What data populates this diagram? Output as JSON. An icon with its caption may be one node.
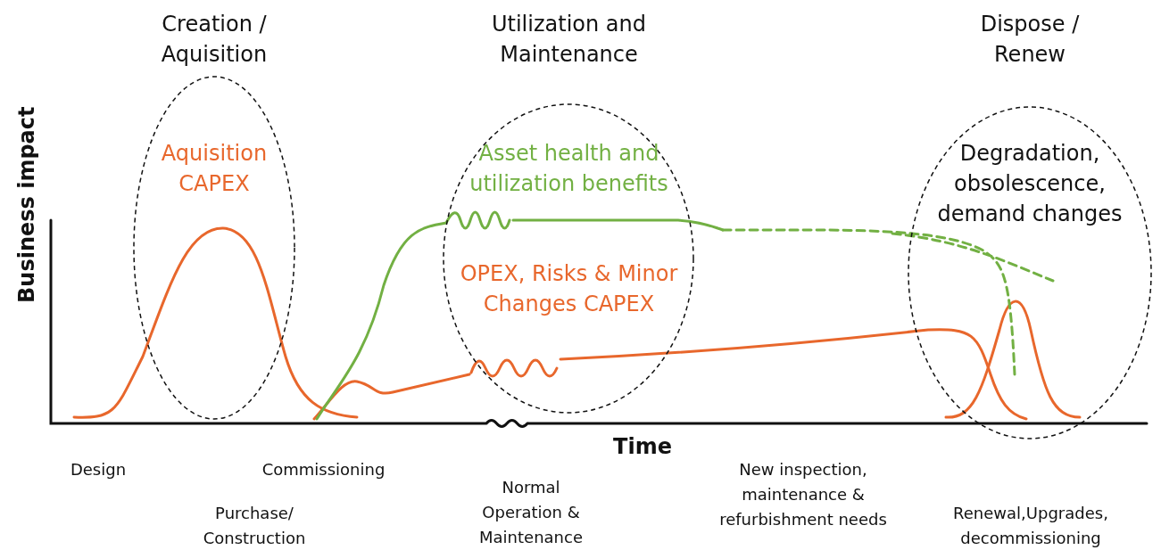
{
  "diagram": {
    "nodes": [
      {
        "text": [
          "Creation / Aquisition",
          "Aquisition CAPEX"
        ]
      },
      {
        "text": [
          "Utilization and Maintenance",
          "Asset health and utilization benefits",
          "OPEX, Risks & Minor Changes CAPEX"
        ]
      },
      {
        "text": [
          "Dispose / Renew",
          "Degradation, obsolescence, demand changes"
        ]
      }
    ],
    "edges": [],
    "labels": [
      "Business impact",
      "Time",
      "Design",
      "Commissioning",
      "New inspection, maintenance & refurbishment needs",
      "Normal Operation & Maintenance",
      "Purchase/ Construction",
      "Renewal,Upgrades, decommissioning"
    ]
  }
}
